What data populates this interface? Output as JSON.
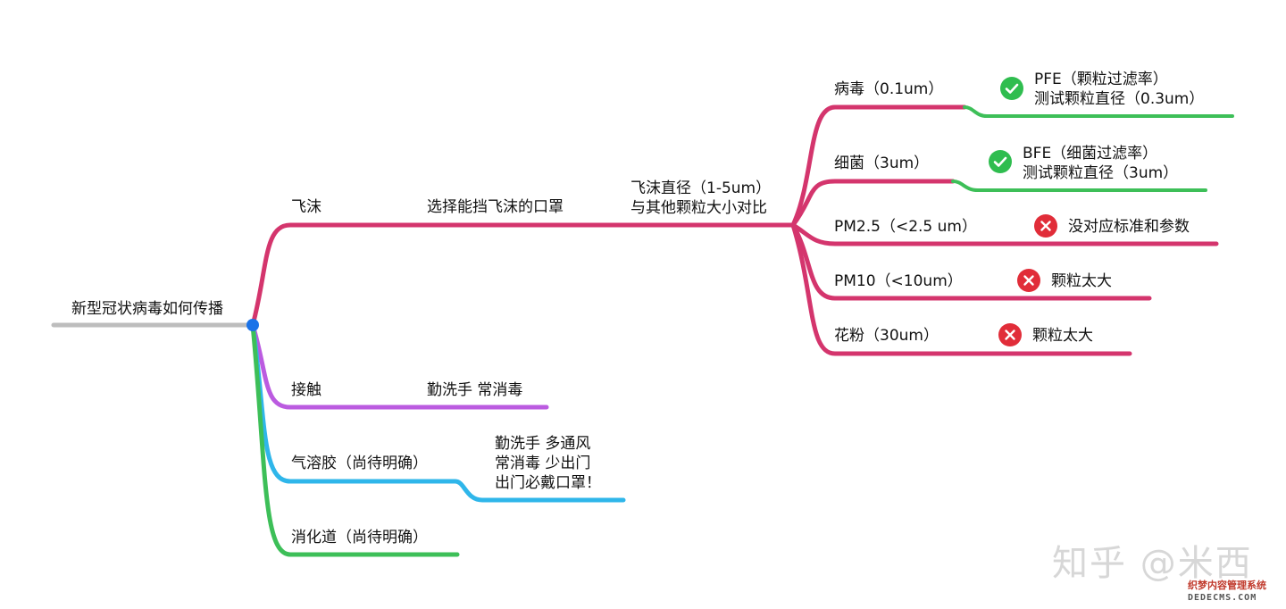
{
  "root": {
    "label": "新型冠状病毒如何传播"
  },
  "branches": {
    "droplet": {
      "label": "飞沫",
      "advice": "选择能挡飞沫的口罩",
      "compare": "飞沫直径（1-5um）\n与其他颗粒大小对比",
      "color": "#d4356d"
    },
    "contact": {
      "label": "接触",
      "advice": "勤洗手 常消毒",
      "color": "#bb5be0"
    },
    "aerosol": {
      "label": "气溶胶（尚待明确）",
      "advice": "勤洗手 多通风\n常消毒 少出门\n出门必戴口罩！",
      "color": "#2fb6ea"
    },
    "digestive": {
      "label": "消化道（尚待明确）",
      "color": "#3dbf58"
    }
  },
  "particles": [
    {
      "name": "病毒（0.1um）",
      "status": "check",
      "note": "PFE（颗粒过滤率）\n测试颗粒直径（0.3um）"
    },
    {
      "name": "细菌（3um）",
      "status": "check",
      "note": "BFE（细菌过滤率）\n测试颗粒直径（3um）"
    },
    {
      "name": "PM2.5（<2.5 um）",
      "status": "cross",
      "note": "没对应标准和参数"
    },
    {
      "name": "PM10（<10um）",
      "status": "cross",
      "note": "颗粒太大"
    },
    {
      "name": "花粉（30um）",
      "status": "cross",
      "note": "颗粒太大"
    }
  ],
  "colors": {
    "root_line": "#bdbdbd",
    "root_dot": "#1a73e8",
    "check": "#2fbd4f",
    "cross": "#e12d39",
    "note_check_line": "#3dbf58"
  },
  "watermark": {
    "text": "知乎 @米西",
    "site": "织梦内容管理系统",
    "domain": "DEDECMS.COM"
  }
}
